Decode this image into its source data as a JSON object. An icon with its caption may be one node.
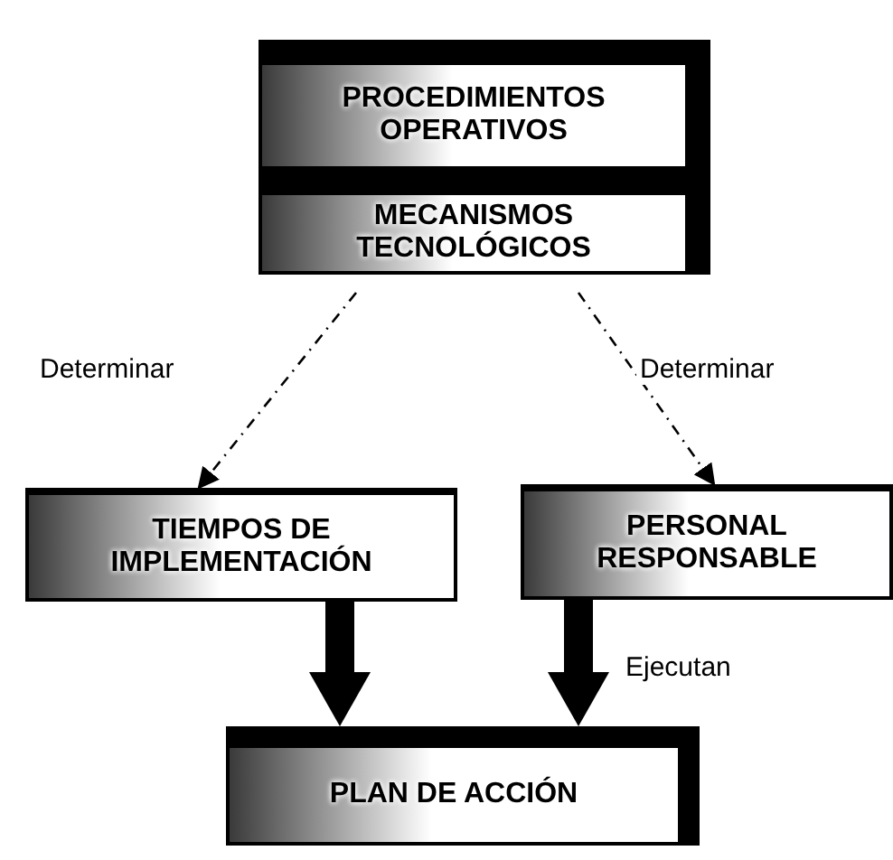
{
  "diagram": {
    "nodes": [
      {
        "text": [
          "PROCEDIMIENTOS OPERATIVOS"
        ]
      },
      {
        "text": [
          "MECANISMOS TECNOLÓGICOS"
        ]
      },
      {
        "text": [
          "TIEMPOS DE IMPLEMENTACIÓN"
        ]
      },
      {
        "text": [
          "PERSONAL RESPONSABLE"
        ]
      },
      {
        "text": [
          "PLAN DE ACCIÓN"
        ]
      }
    ],
    "edges": [
      {
        "from": 1,
        "to": 2,
        "arrow": "to",
        "label": "Determinar",
        "style": "dashed"
      },
      {
        "from": 1,
        "to": 3,
        "arrow": "to",
        "label": "Determinar",
        "style": "dashed"
      },
      {
        "from": 2,
        "to": 4,
        "arrow": "to",
        "style": "thick"
      },
      {
        "from": 3,
        "to": 4,
        "arrow": "to",
        "label": "Ejecutan",
        "style": "thick"
      }
    ]
  }
}
